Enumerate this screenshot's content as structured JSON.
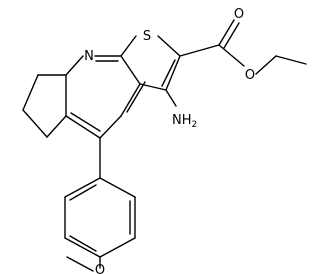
{
  "molecule": {
    "atoms": {
      "N": "N",
      "S": "S",
      "O_carbonyl": "O",
      "O_ester": "O",
      "NH2_main": "NH",
      "NH2_sub": "2",
      "O_methoxy": "O"
    }
  }
}
